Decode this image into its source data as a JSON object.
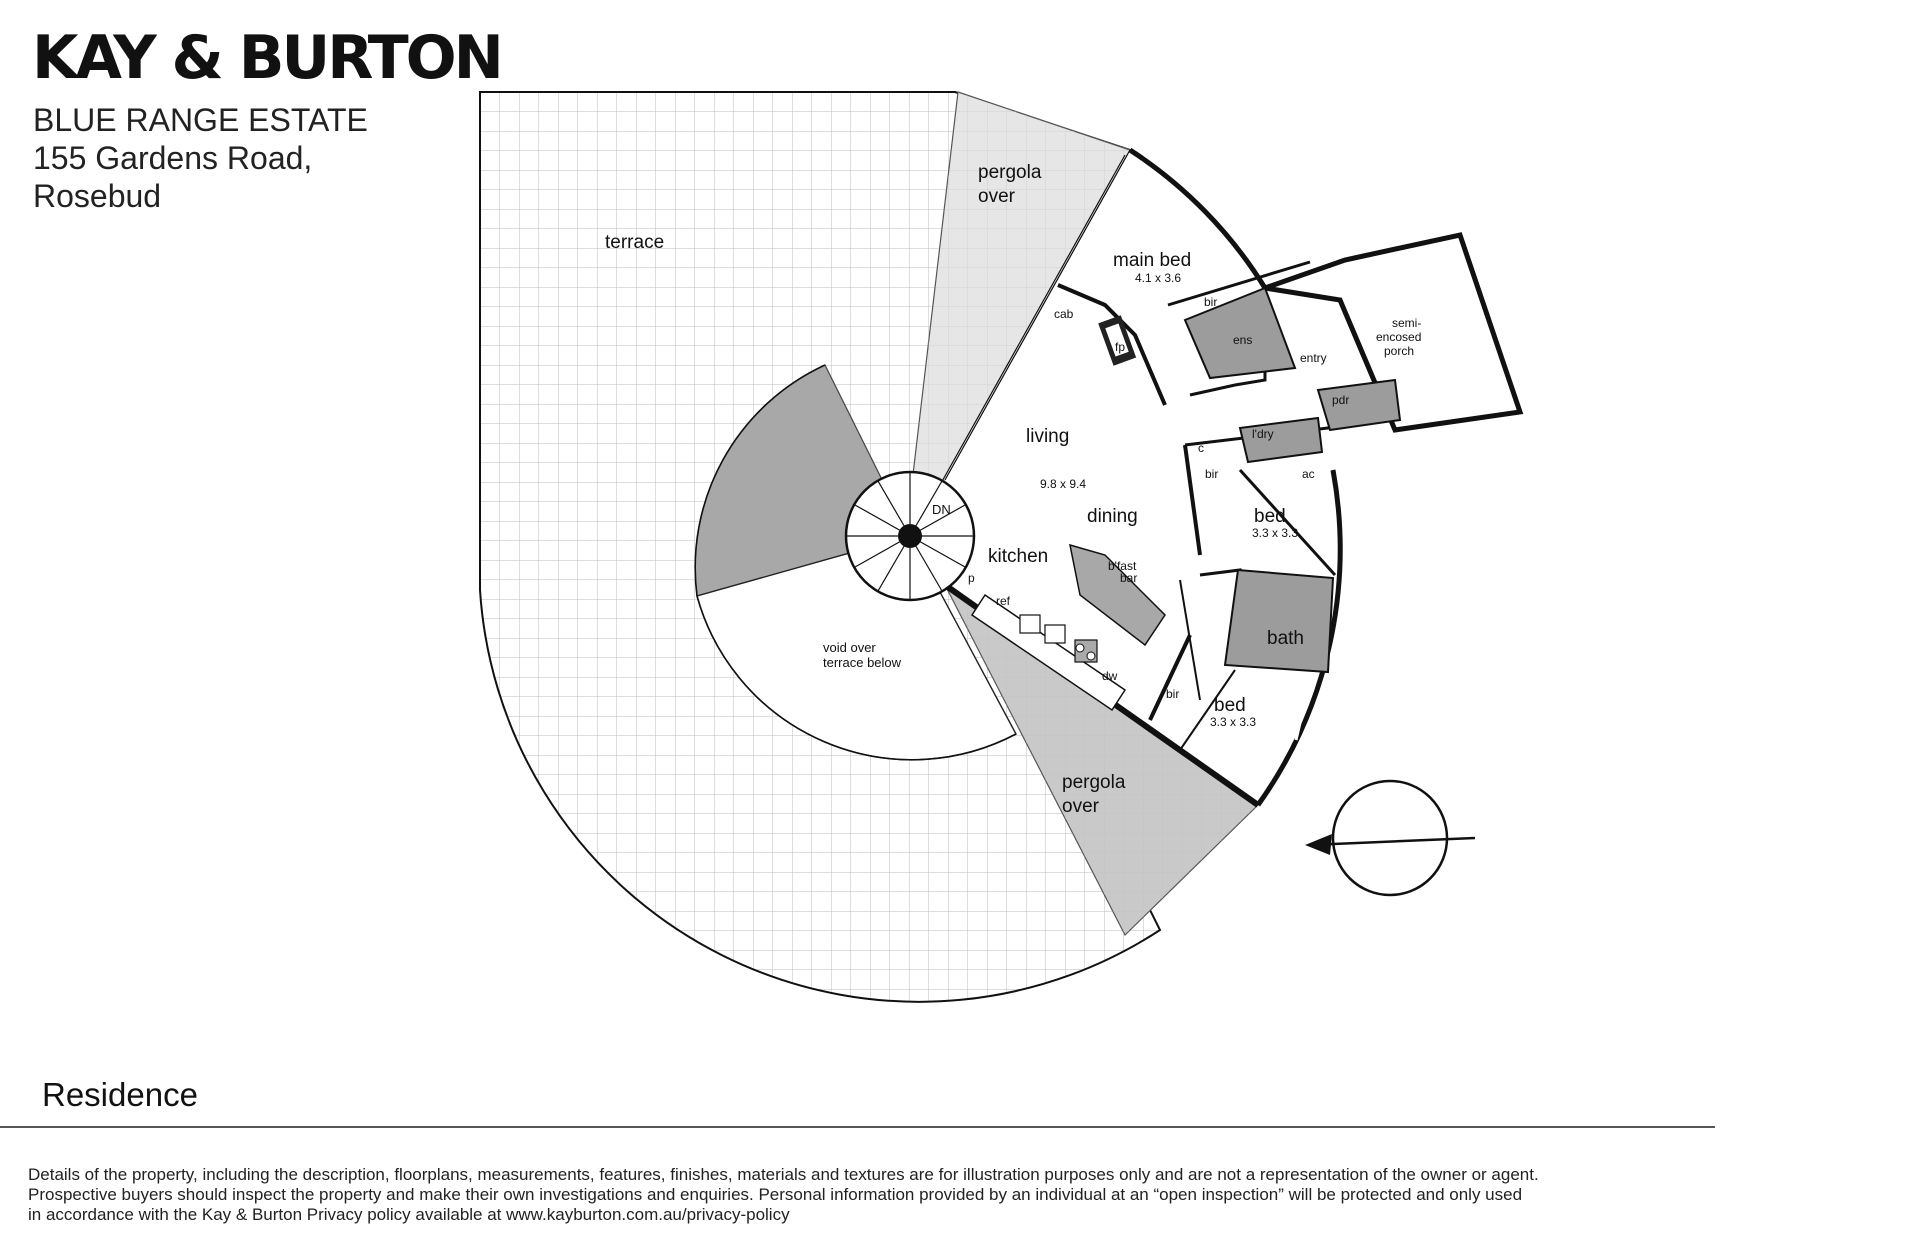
{
  "header": {
    "brand": "KAY & BURTON",
    "address_lines": [
      "BLUE RANGE ESTATE",
      "155 Gardens Road,",
      "Rosebud"
    ]
  },
  "plan": {
    "outdoor": {
      "terrace": "terrace",
      "pergola_top": [
        "pergola",
        "over"
      ],
      "pergola_bottom": [
        "pergola",
        "over"
      ],
      "void": [
        "void over",
        "terrace below"
      ]
    },
    "stair": {
      "label": "DN"
    },
    "rooms": {
      "main_bed": {
        "name": "main bed",
        "dims": "4.1 x 3.6"
      },
      "living": {
        "name": "living",
        "dims": "9.8 x 9.4"
      },
      "dining": "dining",
      "kitchen": "kitchen",
      "bfast": [
        "b'fast",
        "bar"
      ],
      "bed2": {
        "name": "bed",
        "dims": "3.3 x 3.3"
      },
      "bed3": {
        "name": "bed",
        "dims": "3.3 x 3.3"
      },
      "bath": "bath",
      "ens": "ens",
      "entry": "entry",
      "porch": [
        "semi-",
        "encosed",
        "porch"
      ],
      "pdr": "pdr",
      "ldry": "l'dry",
      "c": "c",
      "ac": "ac",
      "bir_main": "bir",
      "bir_bed2": "bir",
      "bir_bed3": "bir",
      "cab": "cab",
      "fp": "fp",
      "p": "p",
      "ref": "ref",
      "dw": "dw"
    }
  },
  "footer": {
    "section": "Residence",
    "disclaimer": [
      "Details of the property, including the description, floorplans, measurements, features, finishes, materials and textures are for illustration purposes only and are not a representation of the owner or agent.",
      "Prospective buyers should inspect the property and make their own investigations and enquiries.  Personal information provided by an individual at an “open inspection” will be protected and only used",
      "in accordance with the Kay & Burton Privacy policy  available at  www.kayburton.com.au/privacy-policy"
    ]
  },
  "colors": {
    "ink": "#111111",
    "pergola_light": "#e6e6e6",
    "pergola_mid": "#c9c9c9",
    "void_dark": "#a8a8a8",
    "wet_area": "#9c9c9c",
    "grid": "#bdbdbd"
  }
}
